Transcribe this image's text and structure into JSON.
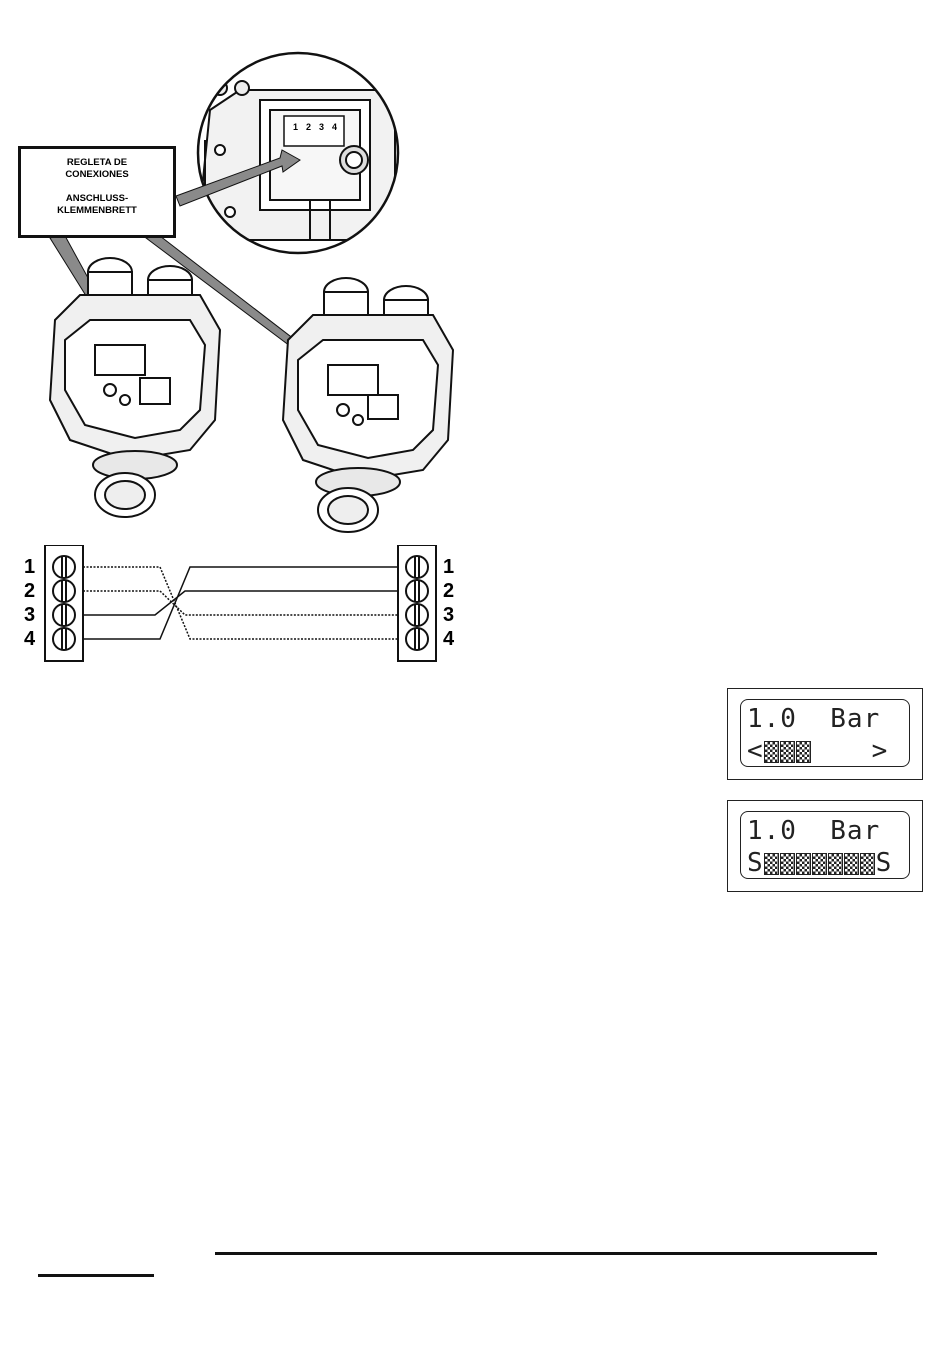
{
  "callout": {
    "line1": "REGLETA DE",
    "line2": "CONEXIONES",
    "line3": "ANSCHLUSS-",
    "line4": "KLEMMENBRETT"
  },
  "inset_terminals": [
    "1",
    "2",
    "3",
    "4"
  ],
  "wiring": {
    "left_terminals": [
      "1",
      "2",
      "3",
      "4"
    ],
    "right_terminals": [
      "1",
      "2",
      "3",
      "4"
    ]
  },
  "display1": {
    "line1": "1.0  Bar",
    "left_arrow": "<",
    "right_arrow": ">",
    "bar_segments": 3
  },
  "display2": {
    "line1": "1.0  Bar",
    "left_char": "S",
    "right_char": "S",
    "bar_segments": 7
  },
  "colors": {
    "ink": "#111111",
    "arrow_fill": "#8a8a8a"
  }
}
